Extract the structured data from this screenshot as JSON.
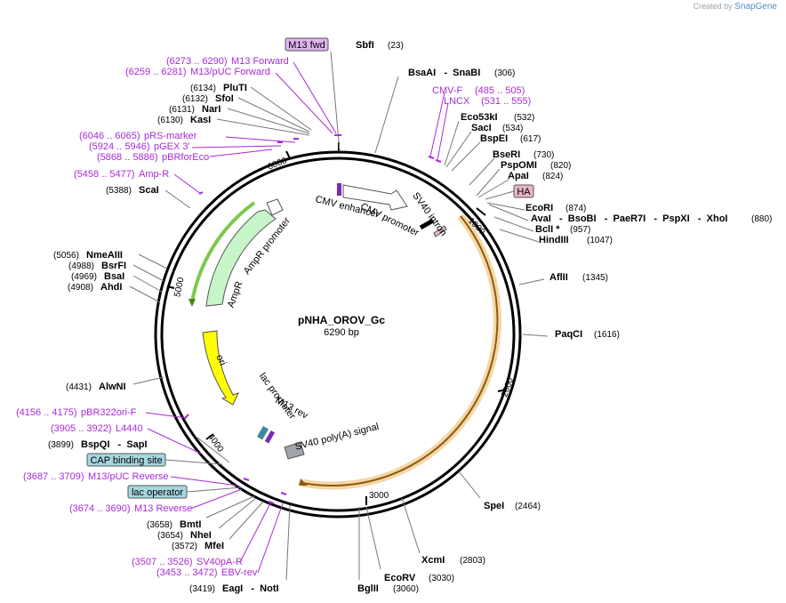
{
  "credit": {
    "prefix": "Created by",
    "brand": "SnapGene"
  },
  "plasmid": {
    "name": "pNHA_OROV_Gc",
    "length_label": "6290 bp",
    "length": 6290
  },
  "ticks": [
    "1000",
    "2000",
    "3000",
    "4000",
    "5000",
    "6000"
  ],
  "sites": [
    {
      "name": "SbfI",
      "pos": "(23)"
    },
    {
      "name": "BsaAI   -  SnaBI",
      "pos": "(306)"
    },
    {
      "name": "Eco53kI",
      "pos": "(532)"
    },
    {
      "name": "SacI",
      "pos": "(534)"
    },
    {
      "name": "BspEI",
      "pos": "(617)"
    },
    {
      "name": "BseRI",
      "pos": "(730)"
    },
    {
      "name": "PspOMI",
      "pos": "(820)"
    },
    {
      "name": "ApaI",
      "pos": "(824)"
    },
    {
      "name": "EcoRI",
      "pos": "(874)"
    },
    {
      "name": "AvaI   -  BsoBI   -  PaeR7I   -  PspXI   -  XhoI",
      "pos": "(880)"
    },
    {
      "name": "BclI *",
      "pos": "(957)"
    },
    {
      "name": "HindIII",
      "pos": "(1047)"
    },
    {
      "name": "AflII",
      "pos": "(1345)"
    },
    {
      "name": "PaqCI",
      "pos": "(1616)"
    },
    {
      "name": "SpeI",
      "pos": "(2464)"
    },
    {
      "name": "XcmI",
      "pos": "(2803)"
    },
    {
      "name": "EcoRV",
      "pos": "(3030)"
    },
    {
      "name": "BglII",
      "pos": "(3060)"
    },
    {
      "name": "EagI   -  NotI",
      "pos": "(3419)"
    },
    {
      "name": "MfeI",
      "pos": "(3572)"
    },
    {
      "name": "NheI",
      "pos": "(3654)"
    },
    {
      "name": "BmtI",
      "pos": "(3658)"
    },
    {
      "name": "BspQI   -  SapI",
      "pos": "(3899)"
    },
    {
      "name": "AlwNI",
      "pos": "(4431)"
    },
    {
      "name": "AhdI",
      "pos": "(4908)"
    },
    {
      "name": "BsaI",
      "pos": "(4969)"
    },
    {
      "name": "BsrFI",
      "pos": "(4988)"
    },
    {
      "name": "NmeAIII",
      "pos": "(5056)"
    },
    {
      "name": "ScaI",
      "pos": "(5388)"
    },
    {
      "name": "KasI",
      "pos": "(6130)"
    },
    {
      "name": "NarI",
      "pos": "(6131)"
    },
    {
      "name": "SfoI",
      "pos": "(6132)"
    },
    {
      "name": "PluTI",
      "pos": "(6134)"
    }
  ],
  "primers": [
    {
      "name": "M13 Forward",
      "pos": "(6273 .. 6290)"
    },
    {
      "name": "M13/pUC Forward",
      "pos": "(6259 .. 6281)"
    },
    {
      "name": "pRS-marker",
      "pos": "(6046 .. 6065)"
    },
    {
      "name": "pGEX 3'",
      "pos": "(5924 .. 5946)"
    },
    {
      "name": "pBRforEco",
      "pos": "(5868 .. 5886)"
    },
    {
      "name": "Amp-R",
      "pos": "(5458 .. 5477)"
    },
    {
      "name": "CMV-F",
      "pos": "(485 .. 505)"
    },
    {
      "name": "LNCX",
      "pos": "(531 .. 555)"
    },
    {
      "name": "pBR322ori-F",
      "pos": "(4156 .. 4175)"
    },
    {
      "name": "L4440",
      "pos": "(3905 .. 3922)"
    },
    {
      "name": "M13/pUC Reverse",
      "pos": "(3687 .. 3709)"
    },
    {
      "name": "M13 Reverse",
      "pos": "(3674 .. 3690)"
    },
    {
      "name": "SV40pA-R",
      "pos": "(3507 .. 3526)"
    },
    {
      "name": "EBV-rev",
      "pos": "(3453 .. 3472)"
    }
  ],
  "boxed_labels": {
    "m13fwd": "M13 fwd",
    "ha": "HA",
    "cap": "CAP binding site",
    "lac_op": "lac operator"
  },
  "features": {
    "cmv_enhancer": "CMV enhancer",
    "cmv_promoter": "CMV promoter",
    "sv40_intron": "SV40 intron",
    "ampr_promoter": "AmpR promoter",
    "ampr": "AmpR",
    "ori": "ori",
    "lac_promoter": "lac promoter",
    "m13_rev": "M13 rev",
    "sv40_polya": "SV40 poly(A) signal"
  },
  "colors": {
    "backbone": "#000000",
    "primer": "#a82ad8",
    "insert": "#f0a63c",
    "ampr": "#c8f5c8",
    "ori": "#ffff00",
    "ha_box": "#e8b4c8",
    "cap_box": "#a6d6e0",
    "lac_box": "#a6d6e0",
    "m13_box": "#e0b4f0"
  }
}
